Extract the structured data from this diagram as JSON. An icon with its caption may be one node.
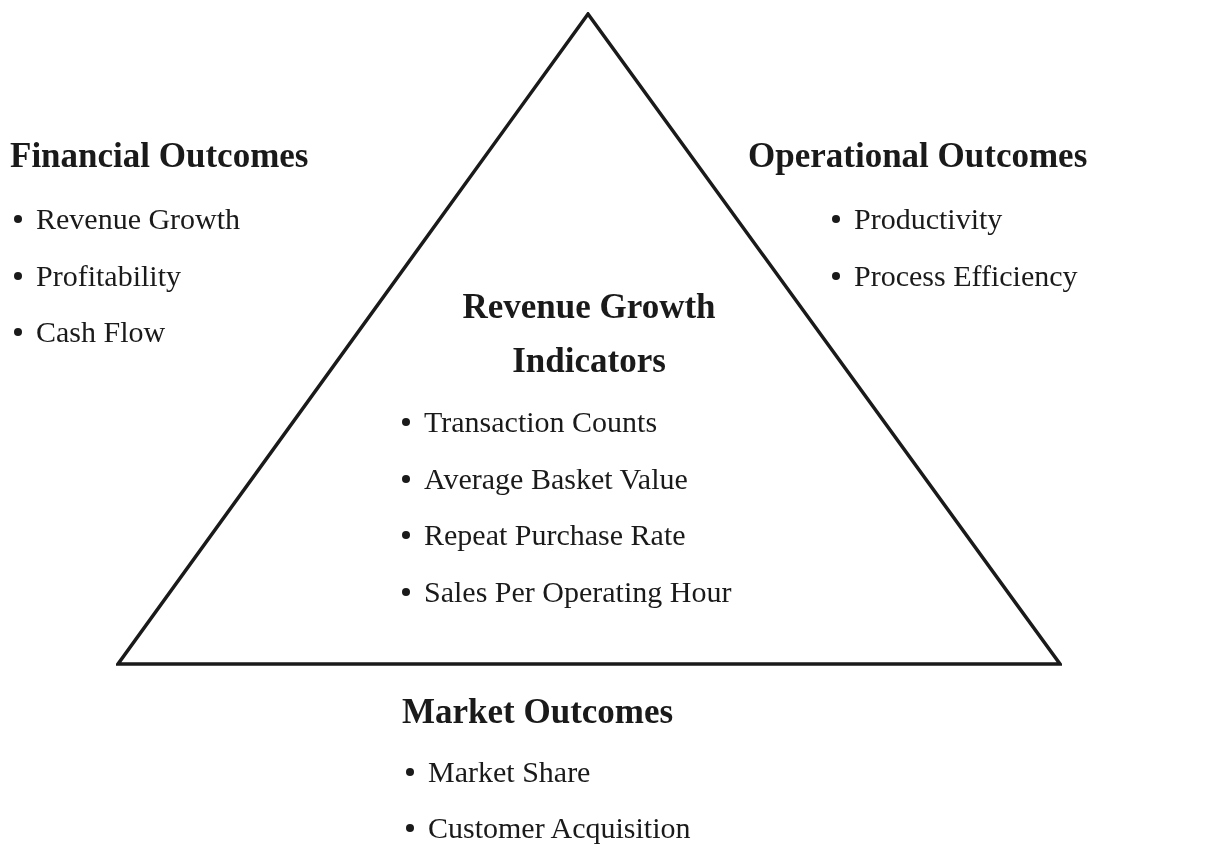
{
  "diagram": {
    "nodes": [
      {
        "text": [
          "Revenue Growth Indicators",
          "Transaction Counts",
          "Average Basket Value",
          "Repeat Purchase Rate",
          "Sales Per Operating Hour"
        ]
      }
    ],
    "labels": [
      "Financial Outcomes",
      "Revenue Growth",
      "Profitability",
      "Cash Flow",
      "Operational Outcomes",
      "Productivity",
      "Process Efficiency",
      "Market Outcomes",
      "Market Share",
      "Customer Acquisition"
    ]
  }
}
